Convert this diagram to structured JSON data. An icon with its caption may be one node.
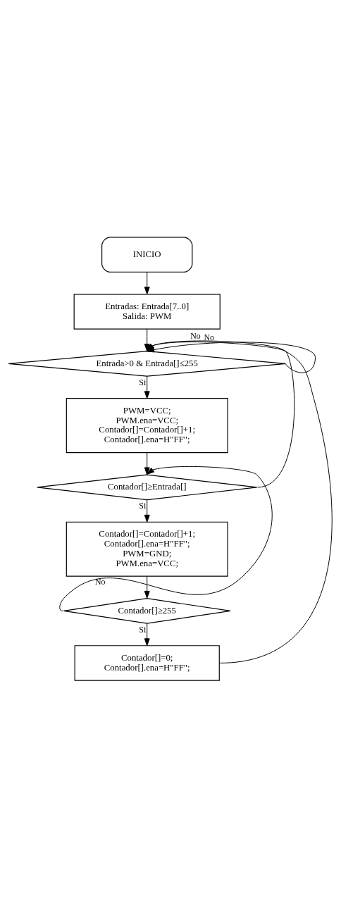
{
  "diagram": {
    "nodes": [
      {
        "text": [
          "INICIO"
        ]
      },
      {
        "text": [
          "Entradas: Entrada[7..0] Salida: PWM"
        ]
      },
      {
        "text": [
          "Entrada>0 & Entrada[]≤255"
        ]
      },
      {
        "text": [
          "PWM=VCC; PWM.ena=VCC; Contador[]=Contador[]+1; Contador[].ena=H\"FF\";"
        ]
      },
      {
        "text": [
          "Contador[]≥Entrada[]"
        ]
      },
      {
        "text": [
          "Contador[]=Contador[]+1; Contador[].ena=H\"FF\"; PWM=GND; PWM.ena=VCC;"
        ]
      },
      {
        "text": [
          "Contador[]≥255"
        ]
      },
      {
        "text": [
          "Contador[]=0; Contador[].ena=H\"FF\";"
        ]
      }
    ],
    "edges": [
      {
        "from": 0,
        "to": 1,
        "arrow": "to"
      },
      {
        "from": 1,
        "to": 2,
        "arrow": "to"
      },
      {
        "from": 2,
        "to": 2,
        "arrow": "to",
        "label": "No"
      },
      {
        "from": 2,
        "to": 3,
        "arrow": "to",
        "label": "Si"
      },
      {
        "from": 3,
        "to": 4,
        "arrow": "to"
      },
      {
        "from": 4,
        "to": 2,
        "arrow": "to",
        "label": "No"
      },
      {
        "from": 4,
        "to": 5,
        "arrow": "to",
        "label": "Si"
      },
      {
        "from": 5,
        "to": 6,
        "arrow": "to"
      },
      {
        "from": 6,
        "to": 4,
        "arrow": "to",
        "label": "No"
      },
      {
        "from": 6,
        "to": 7,
        "arrow": "to",
        "label": "Si"
      },
      {
        "from": 7,
        "to": 2,
        "arrow": "to"
      }
    ]
  }
}
